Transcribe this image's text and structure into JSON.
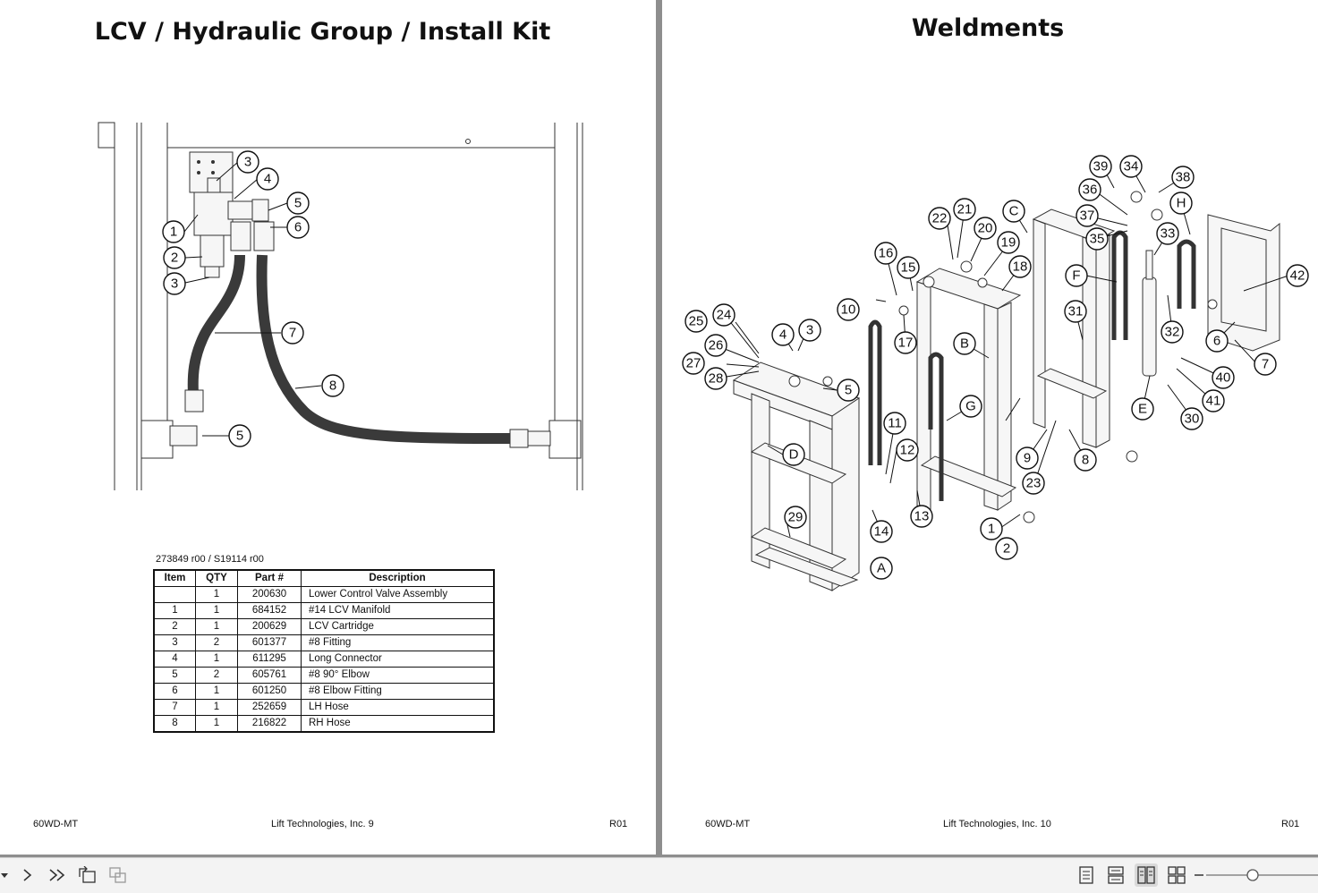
{
  "left_page": {
    "title": "LCV / Hydraulic Group / Install Kit",
    "doc_number": "273849 r00 / S19114 r00",
    "callouts": [
      "3",
      "4",
      "5",
      "6",
      "1",
      "2",
      "3",
      "7",
      "8",
      "5"
    ],
    "table": {
      "headers": [
        "Item",
        "QTY",
        "Part #",
        "Description"
      ],
      "rows": [
        {
          "item": "",
          "qty": "1",
          "part": "200630",
          "desc": "Lower Control Valve Assembly"
        },
        {
          "item": "1",
          "qty": "1",
          "part": "684152",
          "desc": "#14 LCV Manifold"
        },
        {
          "item": "2",
          "qty": "1",
          "part": "200629",
          "desc": "LCV Cartridge"
        },
        {
          "item": "3",
          "qty": "2",
          "part": "601377",
          "desc": "#8 Fitting"
        },
        {
          "item": "4",
          "qty": "1",
          "part": "611295",
          "desc": "Long Connector"
        },
        {
          "item": "5",
          "qty": "2",
          "part": "605761",
          "desc": "#8 90° Elbow"
        },
        {
          "item": "6",
          "qty": "1",
          "part": "601250",
          "desc": "#8 Elbow Fitting"
        },
        {
          "item": "7",
          "qty": "1",
          "part": "252659",
          "desc": "LH Hose"
        },
        {
          "item": "8",
          "qty": "1",
          "part": "216822",
          "desc": "RH Hose"
        }
      ]
    },
    "footer": {
      "left": "60WD-MT",
      "center": "Lift Technologies, Inc. 9",
      "right": "R01"
    }
  },
  "right_page": {
    "title": "Weldments",
    "callouts": [
      "39",
      "34",
      "38",
      "36",
      "H",
      "37",
      "C",
      "21",
      "22",
      "35",
      "33",
      "20",
      "19",
      "16",
      "18",
      "F",
      "15",
      "42",
      "10",
      "31",
      "24",
      "25",
      "4",
      "3",
      "32",
      "6",
      "26",
      "17",
      "B",
      "7",
      "27",
      "40",
      "28",
      "5",
      "41",
      "G",
      "E",
      "30",
      "11",
      "D",
      "12",
      "9",
      "8",
      "23",
      "29",
      "13",
      "14",
      "1",
      "2",
      "A"
    ],
    "footer": {
      "left": "60WD-MT",
      "center": "Lift Technologies, Inc. 10",
      "right": "R01"
    }
  },
  "toolbar": {
    "icons": [
      "dropdown-icon",
      "next-page-icon",
      "last-page-icon",
      "rotate-icon",
      "reflow-icon",
      "single-page-icon",
      "continuous-icon",
      "two-page-icon",
      "two-page-continuous-icon",
      "zoom-minus-icon",
      "zoom-slider",
      "zoom-plus-icon"
    ]
  }
}
